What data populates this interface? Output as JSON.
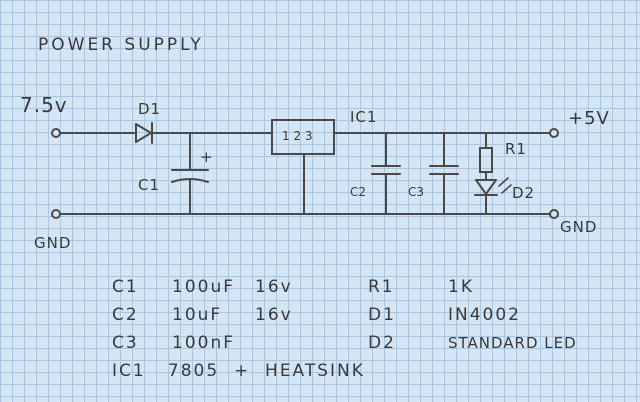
{
  "title": "POWER SUPPLY",
  "terminals": {
    "input_voltage": "7.5v",
    "output_voltage": "+5V",
    "gnd_left": "GND",
    "gnd_right": "GND"
  },
  "components": {
    "d1": "D1",
    "c1": "C1",
    "c1_polarity": "+",
    "ic1": "IC1",
    "ic1_pins": "1 2 3",
    "c2": "C2",
    "c3": "C3",
    "r1": "R1",
    "d2": "D2"
  },
  "parts_list": {
    "left": [
      {
        "ref": "C1",
        "value": "100uF",
        "rating": "16v"
      },
      {
        "ref": "C2",
        "value": "10uF",
        "rating": "16v"
      },
      {
        "ref": "C3",
        "value": "100nF",
        "rating": ""
      }
    ],
    "right": [
      {
        "ref": "R1",
        "value": "1K"
      },
      {
        "ref": "D1",
        "value": "IN4002"
      },
      {
        "ref": "D2",
        "value": "STANDARD LED"
      }
    ],
    "ic_line": "IC1   7805  +  HEATSINK"
  }
}
